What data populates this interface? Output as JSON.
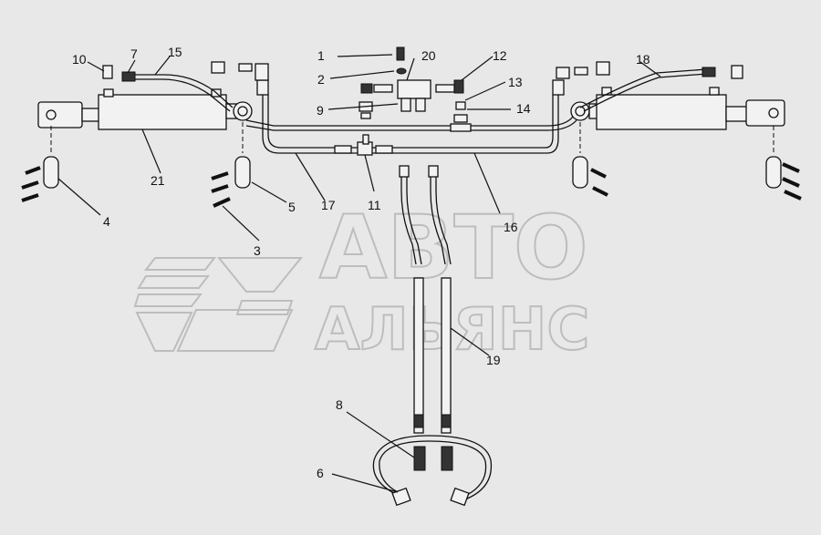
{
  "watermark": {
    "line1": "АВТО",
    "line2": "АЛЬЯНС"
  },
  "callouts": [
    {
      "id": "c1",
      "label": "1"
    },
    {
      "id": "c2",
      "label": "2"
    },
    {
      "id": "c3",
      "label": "3"
    },
    {
      "id": "c4",
      "label": "4"
    },
    {
      "id": "c5",
      "label": "5"
    },
    {
      "id": "c6",
      "label": "6"
    },
    {
      "id": "c7",
      "label": "7"
    },
    {
      "id": "c8",
      "label": "8"
    },
    {
      "id": "c9",
      "label": "9"
    },
    {
      "id": "c10",
      "label": "10"
    },
    {
      "id": "c11",
      "label": "11"
    },
    {
      "id": "c12",
      "label": "12"
    },
    {
      "id": "c13",
      "label": "13"
    },
    {
      "id": "c14",
      "label": "14"
    },
    {
      "id": "c15",
      "label": "15"
    },
    {
      "id": "c16",
      "label": "16"
    },
    {
      "id": "c17",
      "label": "17"
    },
    {
      "id": "c18",
      "label": "18"
    },
    {
      "id": "c19",
      "label": "19"
    },
    {
      "id": "c20",
      "label": "20"
    },
    {
      "id": "c21",
      "label": "21"
    }
  ]
}
